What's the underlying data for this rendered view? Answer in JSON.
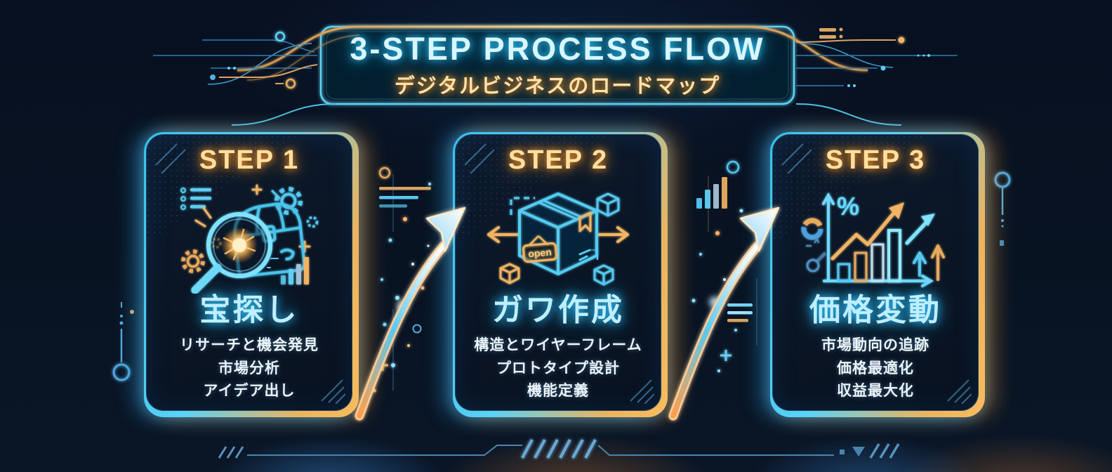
{
  "header": {
    "title": "3-STEP PROCESS FLOW",
    "subtitle": "デジタルビジネスのロードマップ"
  },
  "steps": [
    {
      "label": "STEP 1",
      "title": "宝探し",
      "items": [
        "リサーチと機会発見",
        "市場分析",
        "アイデア出し"
      ],
      "icon": "magnifier-treasure-chest-icon"
    },
    {
      "label": "STEP 2",
      "title": "ガワ作成",
      "items": [
        "構造とワイヤーフレーム",
        "プロトタイプ設計",
        "機能定義"
      ],
      "icon": "package-box-icon",
      "icon_text": "open"
    },
    {
      "label": "STEP 3",
      "title": "価格変動",
      "items": [
        "市場動向の追跡",
        "価格最適化",
        "収益最大化"
      ],
      "icon": "growth-chart-icon"
    }
  ],
  "decorations": {
    "arrow_name": "curved-flow-arrow",
    "colors": {
      "cyan_neon": "#5fd2f5",
      "gold_neon": "#f0b463",
      "text_white": "#ecf4fa",
      "background": "#081322"
    }
  }
}
